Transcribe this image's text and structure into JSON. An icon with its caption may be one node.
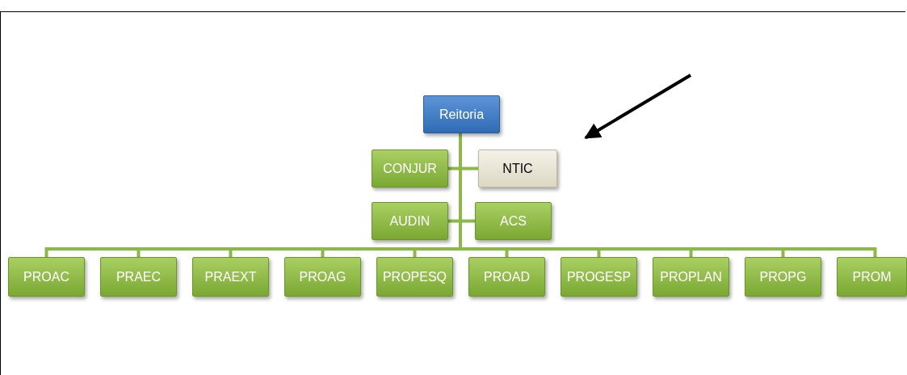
{
  "diagram": {
    "nodes": [
      {
        "text": [
          "Reitoria"
        ]
      },
      {
        "text": [
          "CONJUR"
        ]
      },
      {
        "text": [
          "NTIC"
        ]
      },
      {
        "text": [
          "AUDIN"
        ]
      },
      {
        "text": [
          "ACS"
        ]
      },
      {
        "text": [
          "PROAC"
        ]
      },
      {
        "text": [
          "PRAEC"
        ]
      },
      {
        "text": [
          "PRAEXT"
        ]
      },
      {
        "text": [
          "PROAG"
        ]
      },
      {
        "text": [
          "PROPESQ"
        ]
      },
      {
        "text": [
          "PROAD"
        ]
      },
      {
        "text": [
          "PROGESP"
        ]
      },
      {
        "text": [
          "PROPLAN"
        ]
      },
      {
        "text": [
          "PROPG"
        ]
      },
      {
        "text": [
          "PROM"
        ]
      }
    ],
    "edges": [
      {
        "from": 0,
        "to": 1,
        "arrow": "none"
      },
      {
        "from": 0,
        "to": 2,
        "arrow": "none"
      },
      {
        "from": 0,
        "to": 3,
        "arrow": "none"
      },
      {
        "from": 0,
        "to": 4,
        "arrow": "none"
      },
      {
        "from": 0,
        "to": 5,
        "arrow": "none"
      },
      {
        "from": 0,
        "to": 6,
        "arrow": "none"
      },
      {
        "from": 0,
        "to": 7,
        "arrow": "none"
      },
      {
        "from": 0,
        "to": 8,
        "arrow": "none"
      },
      {
        "from": 0,
        "to": 9,
        "arrow": "none"
      },
      {
        "from": 0,
        "to": 10,
        "arrow": "none"
      },
      {
        "from": 0,
        "to": 11,
        "arrow": "none"
      },
      {
        "from": 0,
        "to": 12,
        "arrow": "none"
      },
      {
        "from": 0,
        "to": 13,
        "arrow": "none"
      },
      {
        "from": 0,
        "to": 14,
        "arrow": "none"
      },
      {
        "from": null,
        "to": 2,
        "arrow": "to",
        "color": "#000000"
      }
    ]
  }
}
